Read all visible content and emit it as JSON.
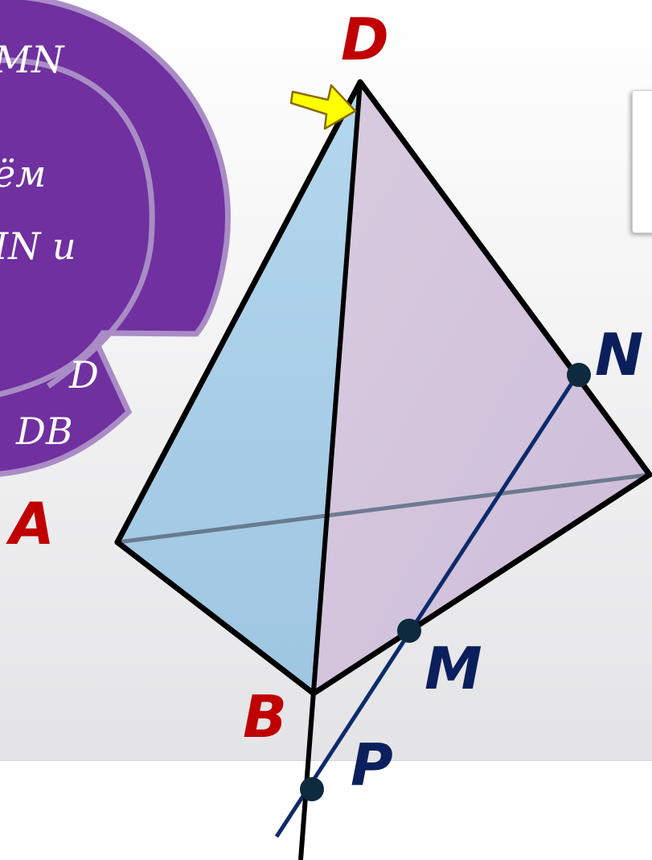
{
  "slide": {
    "bubble_lines": [
      "MN",
      "ём",
      "IN и",
      "D",
      "DB"
    ]
  },
  "points": {
    "A": "A",
    "B": "B",
    "D": "D",
    "N": "N",
    "M": "M",
    "P": "P"
  },
  "colors": {
    "vertex_labels": "#c00000",
    "constructed_labels": "#0b1f5c",
    "face_left": "#a7cde6",
    "face_right": "#d3c4dd",
    "bubble": "#7030a0",
    "bubble_border": "#a98cc5",
    "arrow": "#ffff00"
  },
  "icons": {
    "pointer": "arrow-pointer-icon"
  }
}
